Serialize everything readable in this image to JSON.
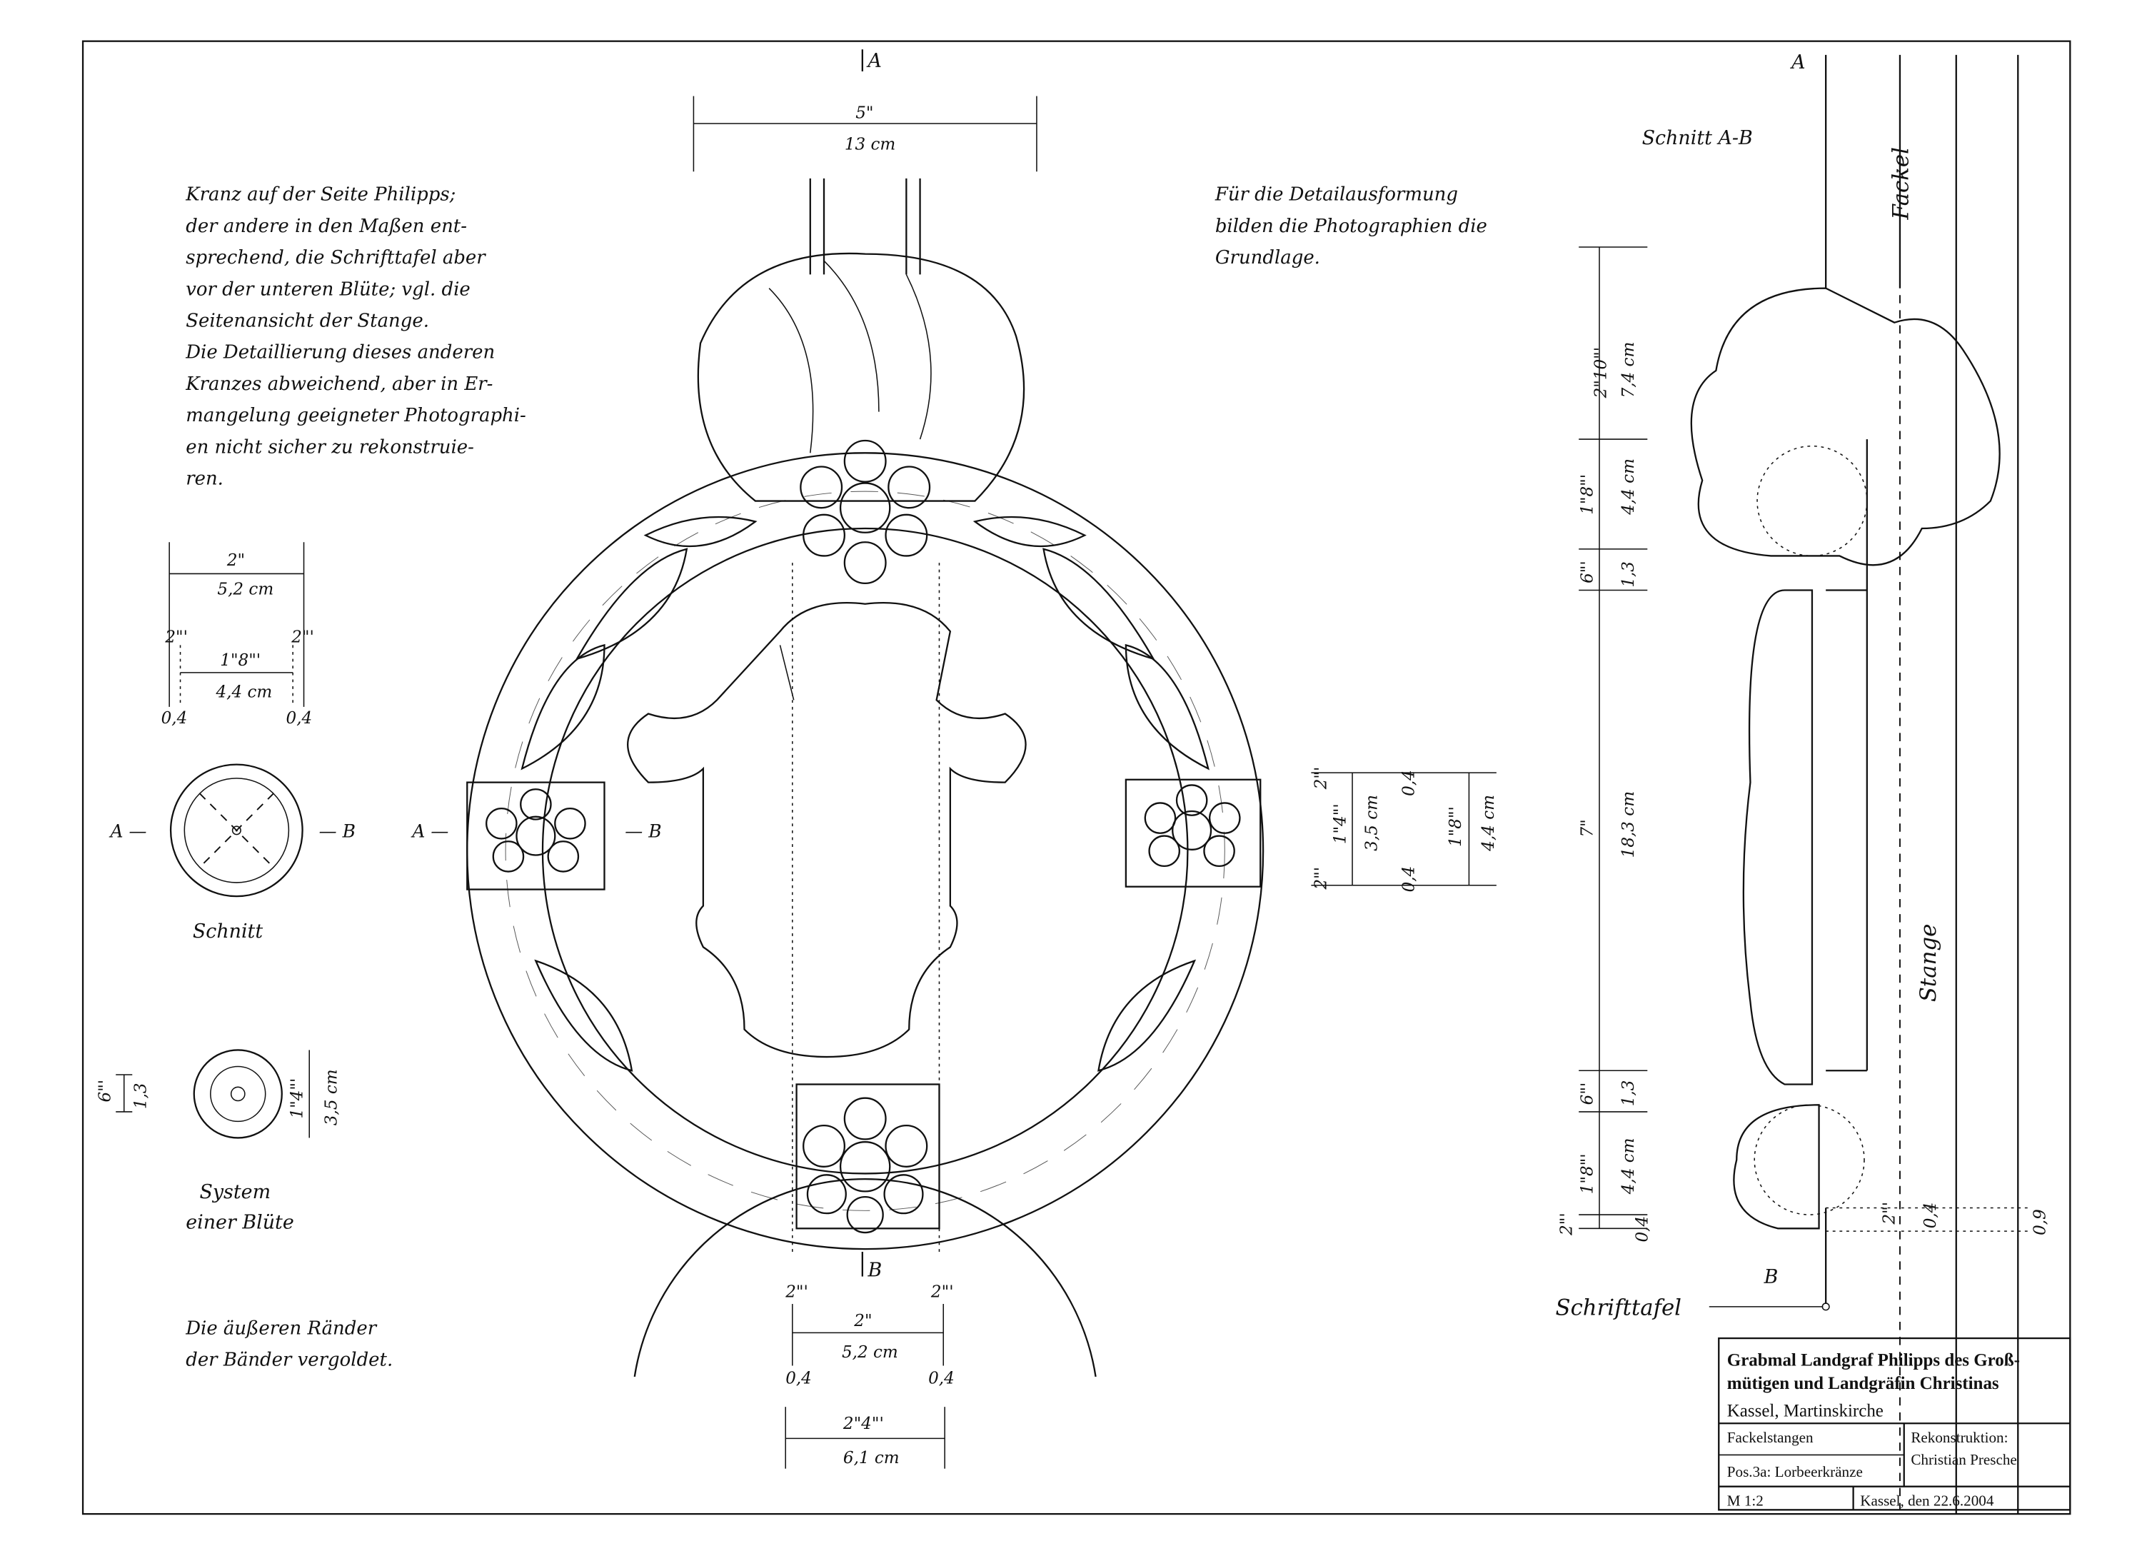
{
  "notes": {
    "left_note": [
      "Kranz auf der Seite Philipps;",
      "der andere in den Maßen ent-",
      "sprechend, die Schrifttafel aber",
      "vor der unteren Blüte; vgl. die",
      "Seitenansicht der Stange.",
      "Die Detaillierung dieses anderen",
      "Kranzes abweichend, aber in Er-",
      "mangelung geeigneter Photographi-",
      "en nicht sicher zu rekonstruie-",
      "ren."
    ],
    "right_note": [
      "Für die Detailausformung",
      "bilden die Photographien die",
      "Grundlage."
    ],
    "bottom_note": [
      "Die äußeren Ränder",
      "der Bänder vergoldet."
    ]
  },
  "labels": {
    "schnitt": "Schnitt",
    "system": [
      "System",
      "einer Blüte"
    ],
    "schnitt_ab": "Schnitt A-B",
    "fackel": "Fackel",
    "stange": "Stange",
    "schrifttafel": "Schrifttafel",
    "a": "A",
    "b": "B",
    "a_dash": "A —",
    "dash_b": "— B"
  },
  "dimensions": {
    "top_width_in": "5\"",
    "top_width_cm": "13 cm",
    "ring_outer_in": "2\"",
    "ring_outer_cm": "5,2 cm",
    "ring_inner_in": "1\"8\"'",
    "ring_inner_cm": "4,4 cm",
    "edge_in": "2\"'",
    "edge_cm": "0,4",
    "bloom_h_in": "6\"'",
    "bloom_h_cm": "1,3",
    "bloom_d_in": "1\"4\"'",
    "bloom_d_cm": "3,5 cm",
    "band_in": "1\"4\"'",
    "band_cm": "3,5 cm",
    "band_total_in": "1\"8\"'",
    "band_total_cm": "4,4 cm",
    "bottom_in": "2\"",
    "bottom_cm": "5,2 cm",
    "bottom_total_in": "2\"4\"'",
    "bottom_total_cm": "6,1 cm",
    "side_1_in": "2\"10\"'",
    "side_1_cm": "7,4 cm",
    "side_2_in": "1\"8\"'",
    "side_2_cm": "4,4 cm",
    "side_3_in": "6\"'",
    "side_3_cm": "1,3",
    "side_4_in": "7\"",
    "side_4_cm": "18,3 cm",
    "side_5_in": "6\"'",
    "side_5_cm": "1,3",
    "side_6_in": "1\"8\"'",
    "side_6_cm": "4,4 cm",
    "side_7_in": "2\"'",
    "side_7_cm": "0,4",
    "offset_cm": "0,9"
  },
  "title_block": {
    "title": [
      "Grabmal Landgraf Philipps des Groß-",
      "mütigen und Landgräfin Christinas"
    ],
    "location": "Kassel, Martinskirche",
    "subject": "Fackelstangen",
    "position": "Pos.3a: Lorbeerkränze",
    "author_label": "Rekonstruktion:",
    "author": "Christian Presche",
    "scale": "M 1:2",
    "date": "Kassel, den 22.6.2004"
  }
}
